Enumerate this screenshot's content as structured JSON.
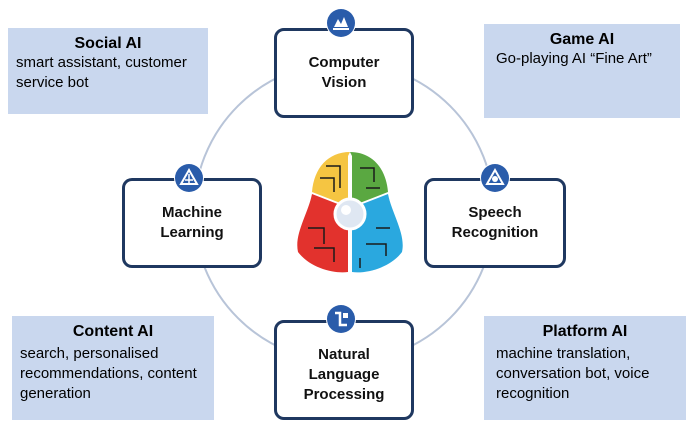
{
  "notes": {
    "social": {
      "title": "Social AI",
      "desc": "smart assistant, customer service bot"
    },
    "game": {
      "title": "Game AI",
      "desc": "Go-playing AI “Fine Art”"
    },
    "content": {
      "title": "Content AI",
      "desc": "search, personalised recommendations, content generation"
    },
    "platform": {
      "title": "Platform AI",
      "desc": "machine translation, conversation bot, voice recognition"
    }
  },
  "nodes": {
    "cv": {
      "line1": "Computer",
      "line2": "Vision",
      "icon": "computer-vision-icon"
    },
    "ml": {
      "line1": "Machine",
      "line2": "Learning",
      "icon": "machine-learning-icon"
    },
    "sr": {
      "line1": "Speech",
      "line2": "Recognition",
      "icon": "speech-recognition-icon"
    },
    "nlp": {
      "line1": "Natural",
      "line2": "Language",
      "line3": "Processing",
      "icon": "nlp-icon"
    }
  },
  "colors": {
    "node_border": "#1f3860",
    "note_bg": "#c9d7ee",
    "ring": "#b8c4d8",
    "icon_blue": "#2a5caa"
  },
  "center_icon": "penguin-brain-mascot"
}
